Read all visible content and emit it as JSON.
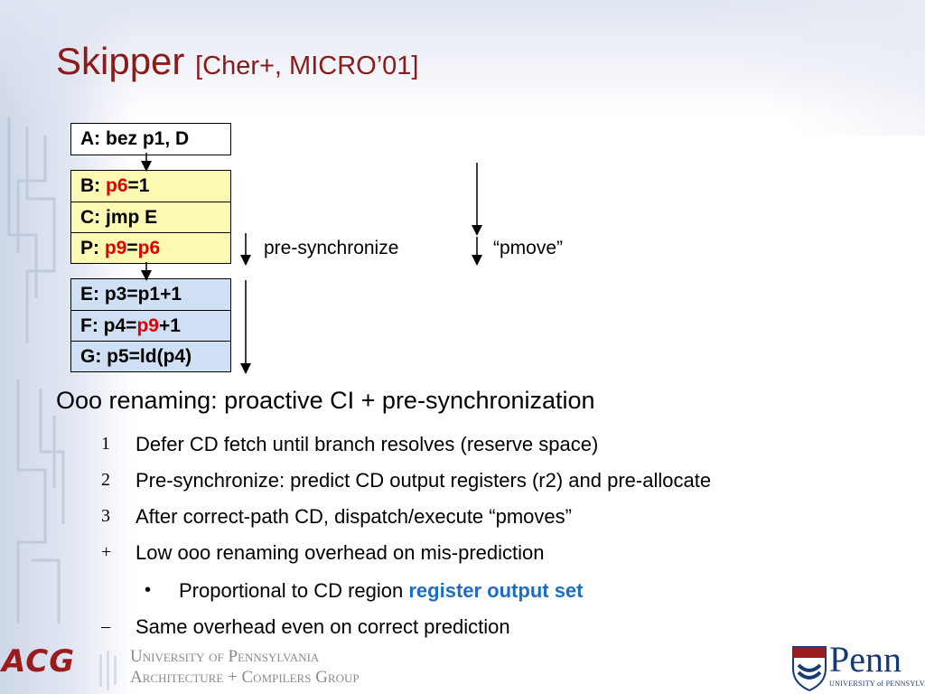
{
  "title": {
    "main": "Skipper",
    "citation": "[Cher+, MICRO’01]"
  },
  "code": {
    "box_a": [
      {
        "parts": [
          {
            "t": "A: bez p1, D",
            "red": false
          }
        ]
      }
    ],
    "box_b": [
      {
        "parts": [
          {
            "t": "B: ",
            "red": false
          },
          {
            "t": "p6",
            "red": true
          },
          {
            "t": "=1",
            "red": false
          }
        ]
      },
      {
        "parts": [
          {
            "t": "C: jmp E",
            "red": false
          }
        ]
      },
      {
        "parts": [
          {
            "t": "P: ",
            "red": false
          },
          {
            "t": "p9",
            "red": true
          },
          {
            "t": "=",
            "red": false
          },
          {
            "t": "p6",
            "red": true
          }
        ]
      }
    ],
    "box_e": [
      {
        "parts": [
          {
            "t": "E: p3=p1+1",
            "red": false
          }
        ]
      },
      {
        "parts": [
          {
            "t": "F: p4=",
            "red": false
          },
          {
            "t": "p9",
            "red": true
          },
          {
            "t": "+1",
            "red": false
          }
        ]
      },
      {
        "parts": [
          {
            "t": "G: p5=ld(p4)",
            "red": false
          }
        ]
      }
    ]
  },
  "labels": {
    "pre_synchronize": "pre-synchronize",
    "pmove": "“pmove”"
  },
  "bullets": {
    "heading": "Ooo renaming: proactive CI + pre-synchronization",
    "items": [
      {
        "mark": "1",
        "text": "Defer CD fetch until branch resolves (reserve space)"
      },
      {
        "mark": "2",
        "text": "Pre-synchronize: predict CD output registers (r2) and pre-allocate"
      },
      {
        "mark": "3",
        "text": "After correct-path CD, dispatch/execute “pmoves”"
      },
      {
        "mark": "+",
        "text": "Low ooo renaming overhead on mis-prediction"
      }
    ],
    "sub_item": {
      "mark": "•",
      "text": "Proportional to CD region ",
      "highlight": "register output set"
    },
    "last_item": {
      "mark": "–",
      "text": "Same overhead even on correct prediction"
    }
  },
  "footer": {
    "acg_logo": "ACG",
    "univ_line1": "University of Pennsylvania",
    "univ_line2": "Architecture + Compilers Group",
    "penn_word": "Penn",
    "penn_sub": "UNIVERSITY of PENNSYLVANIA"
  },
  "colors": {
    "title": "#8b1a1a",
    "red_register": "#e00000",
    "highlight_blue": "#1f6cc1",
    "box_a_bg": "#ffffff",
    "box_b_bg": "#fcf9b3",
    "box_e_bg": "#cfe0f5"
  }
}
